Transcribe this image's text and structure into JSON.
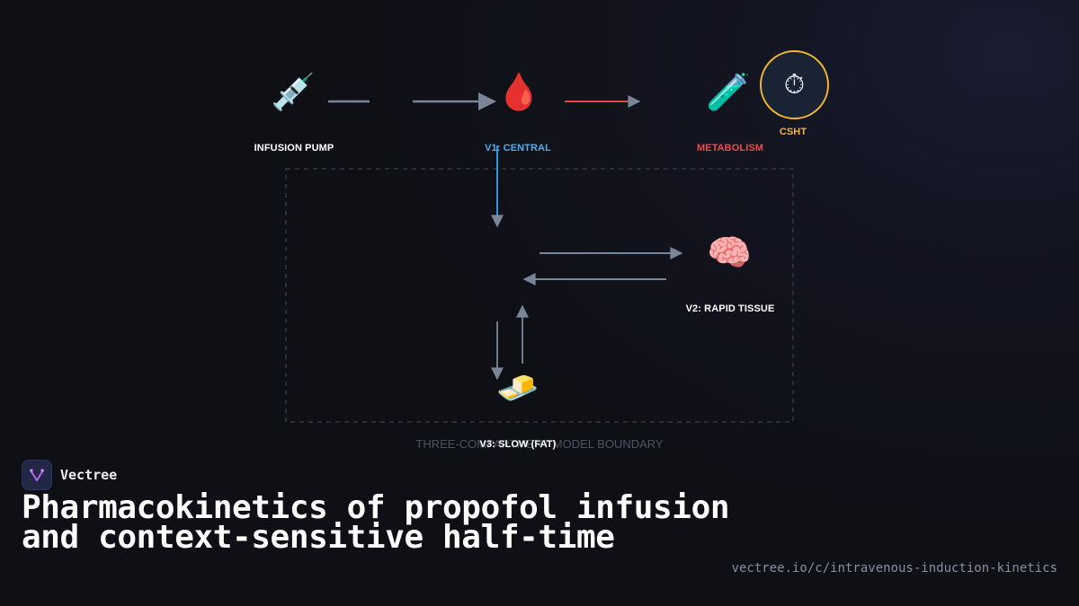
{
  "diagram": {
    "nodes": {
      "infusion_pump": {
        "icon": "syringe-icon",
        "glyph": "💉",
        "label": "INFUSION PUMP",
        "color": "#ffffff"
      },
      "v1_central": {
        "icon": "blood-drop-icon",
        "glyph": "🩸",
        "label": "V1: CENTRAL",
        "color": "#4cb0f0"
      },
      "metabolism": {
        "icon": "test-tube-icon",
        "glyph": "🧪",
        "label": "METABOLISM",
        "color": "#ef4b4b"
      },
      "csht": {
        "icon": "stopwatch-icon",
        "glyph": "⏱",
        "label": "CSHT",
        "color": "#f2b631"
      },
      "v2_rapid_tissue": {
        "icon": "brain-icon",
        "glyph": "🧠",
        "label": "V2: RAPID TISSUE",
        "color": "#ffffff"
      },
      "v3_slow_fat": {
        "icon": "butter-icon",
        "glyph": "🧈",
        "label": "V3: SLOW (FAT)",
        "color": "#ffffff"
      }
    },
    "boundary_label": "THREE-COMPARTMENT MODEL BOUNDARY",
    "colors": {
      "arrow": "#7b8598",
      "metabolism_arrow": "#e04848",
      "central_arrow": "#3ea0e8",
      "boundary": "#2d3848"
    }
  },
  "brand": {
    "name": "Vectree",
    "logo_icon": "vectree-logo-icon"
  },
  "title": "Pharmacokinetics of propofol infusion and context-sensitive half-time",
  "url": "vectree.io/c/intravenous-induction-kinetics"
}
